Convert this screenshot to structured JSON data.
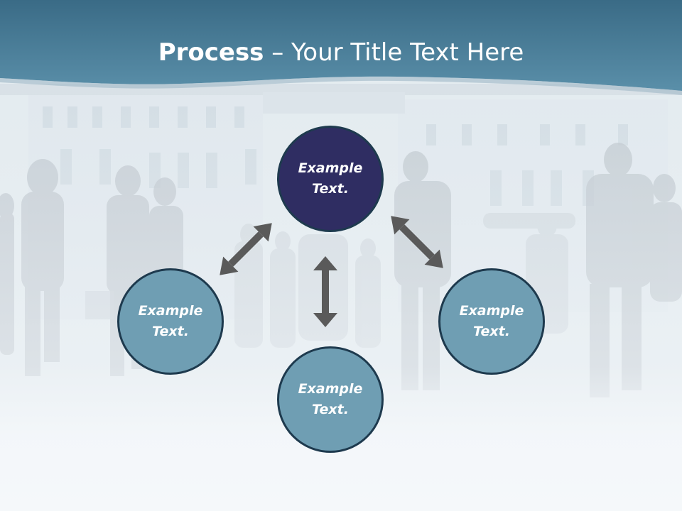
{
  "slide": {
    "title_bold": "Process",
    "title_rest": " – Your Title Text Here",
    "nodes": [
      {
        "id": "top",
        "label": "Example\nText."
      },
      {
        "id": "left",
        "label": "Example\nText."
      },
      {
        "id": "right",
        "label": "Example\nText."
      },
      {
        "id": "bottom",
        "label": "Example\nText."
      }
    ]
  },
  "colors": {
    "header_band": "#4a7f99",
    "node_primary": "#2f2d62",
    "node_secondary": "#6f9eb3",
    "node_border": "#1e3a4e",
    "arrow": "#5a5a5a"
  },
  "background": {
    "image": "pedestrians-crowd-photo"
  }
}
